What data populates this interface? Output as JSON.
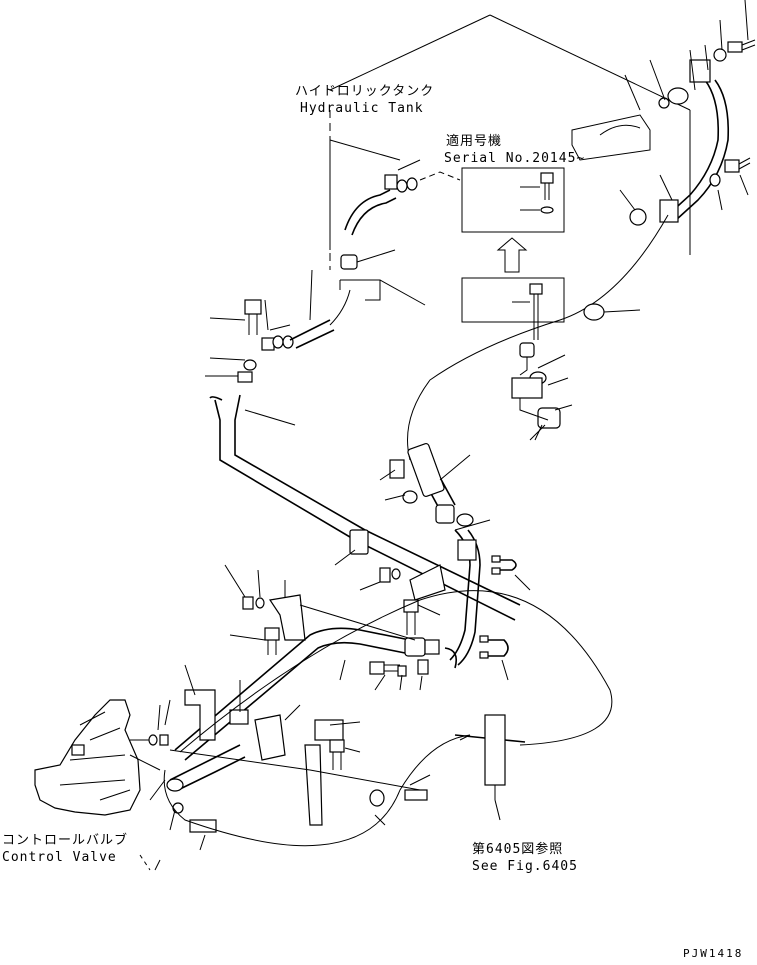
{
  "labels": {
    "hydraulic_tank_jp": "ハイドロリックタンク",
    "hydraulic_tank_en": "Hydraulic Tank",
    "serial_jp": "適用号機",
    "serial_en": "Serial No.20145~",
    "control_valve_jp": "コントロールバルブ",
    "control_valve_en": "Control Valve",
    "see_fig_jp": "第6405図参照",
    "see_fig_en": "See Fig.6405",
    "drawing_code": "PJW1418"
  }
}
